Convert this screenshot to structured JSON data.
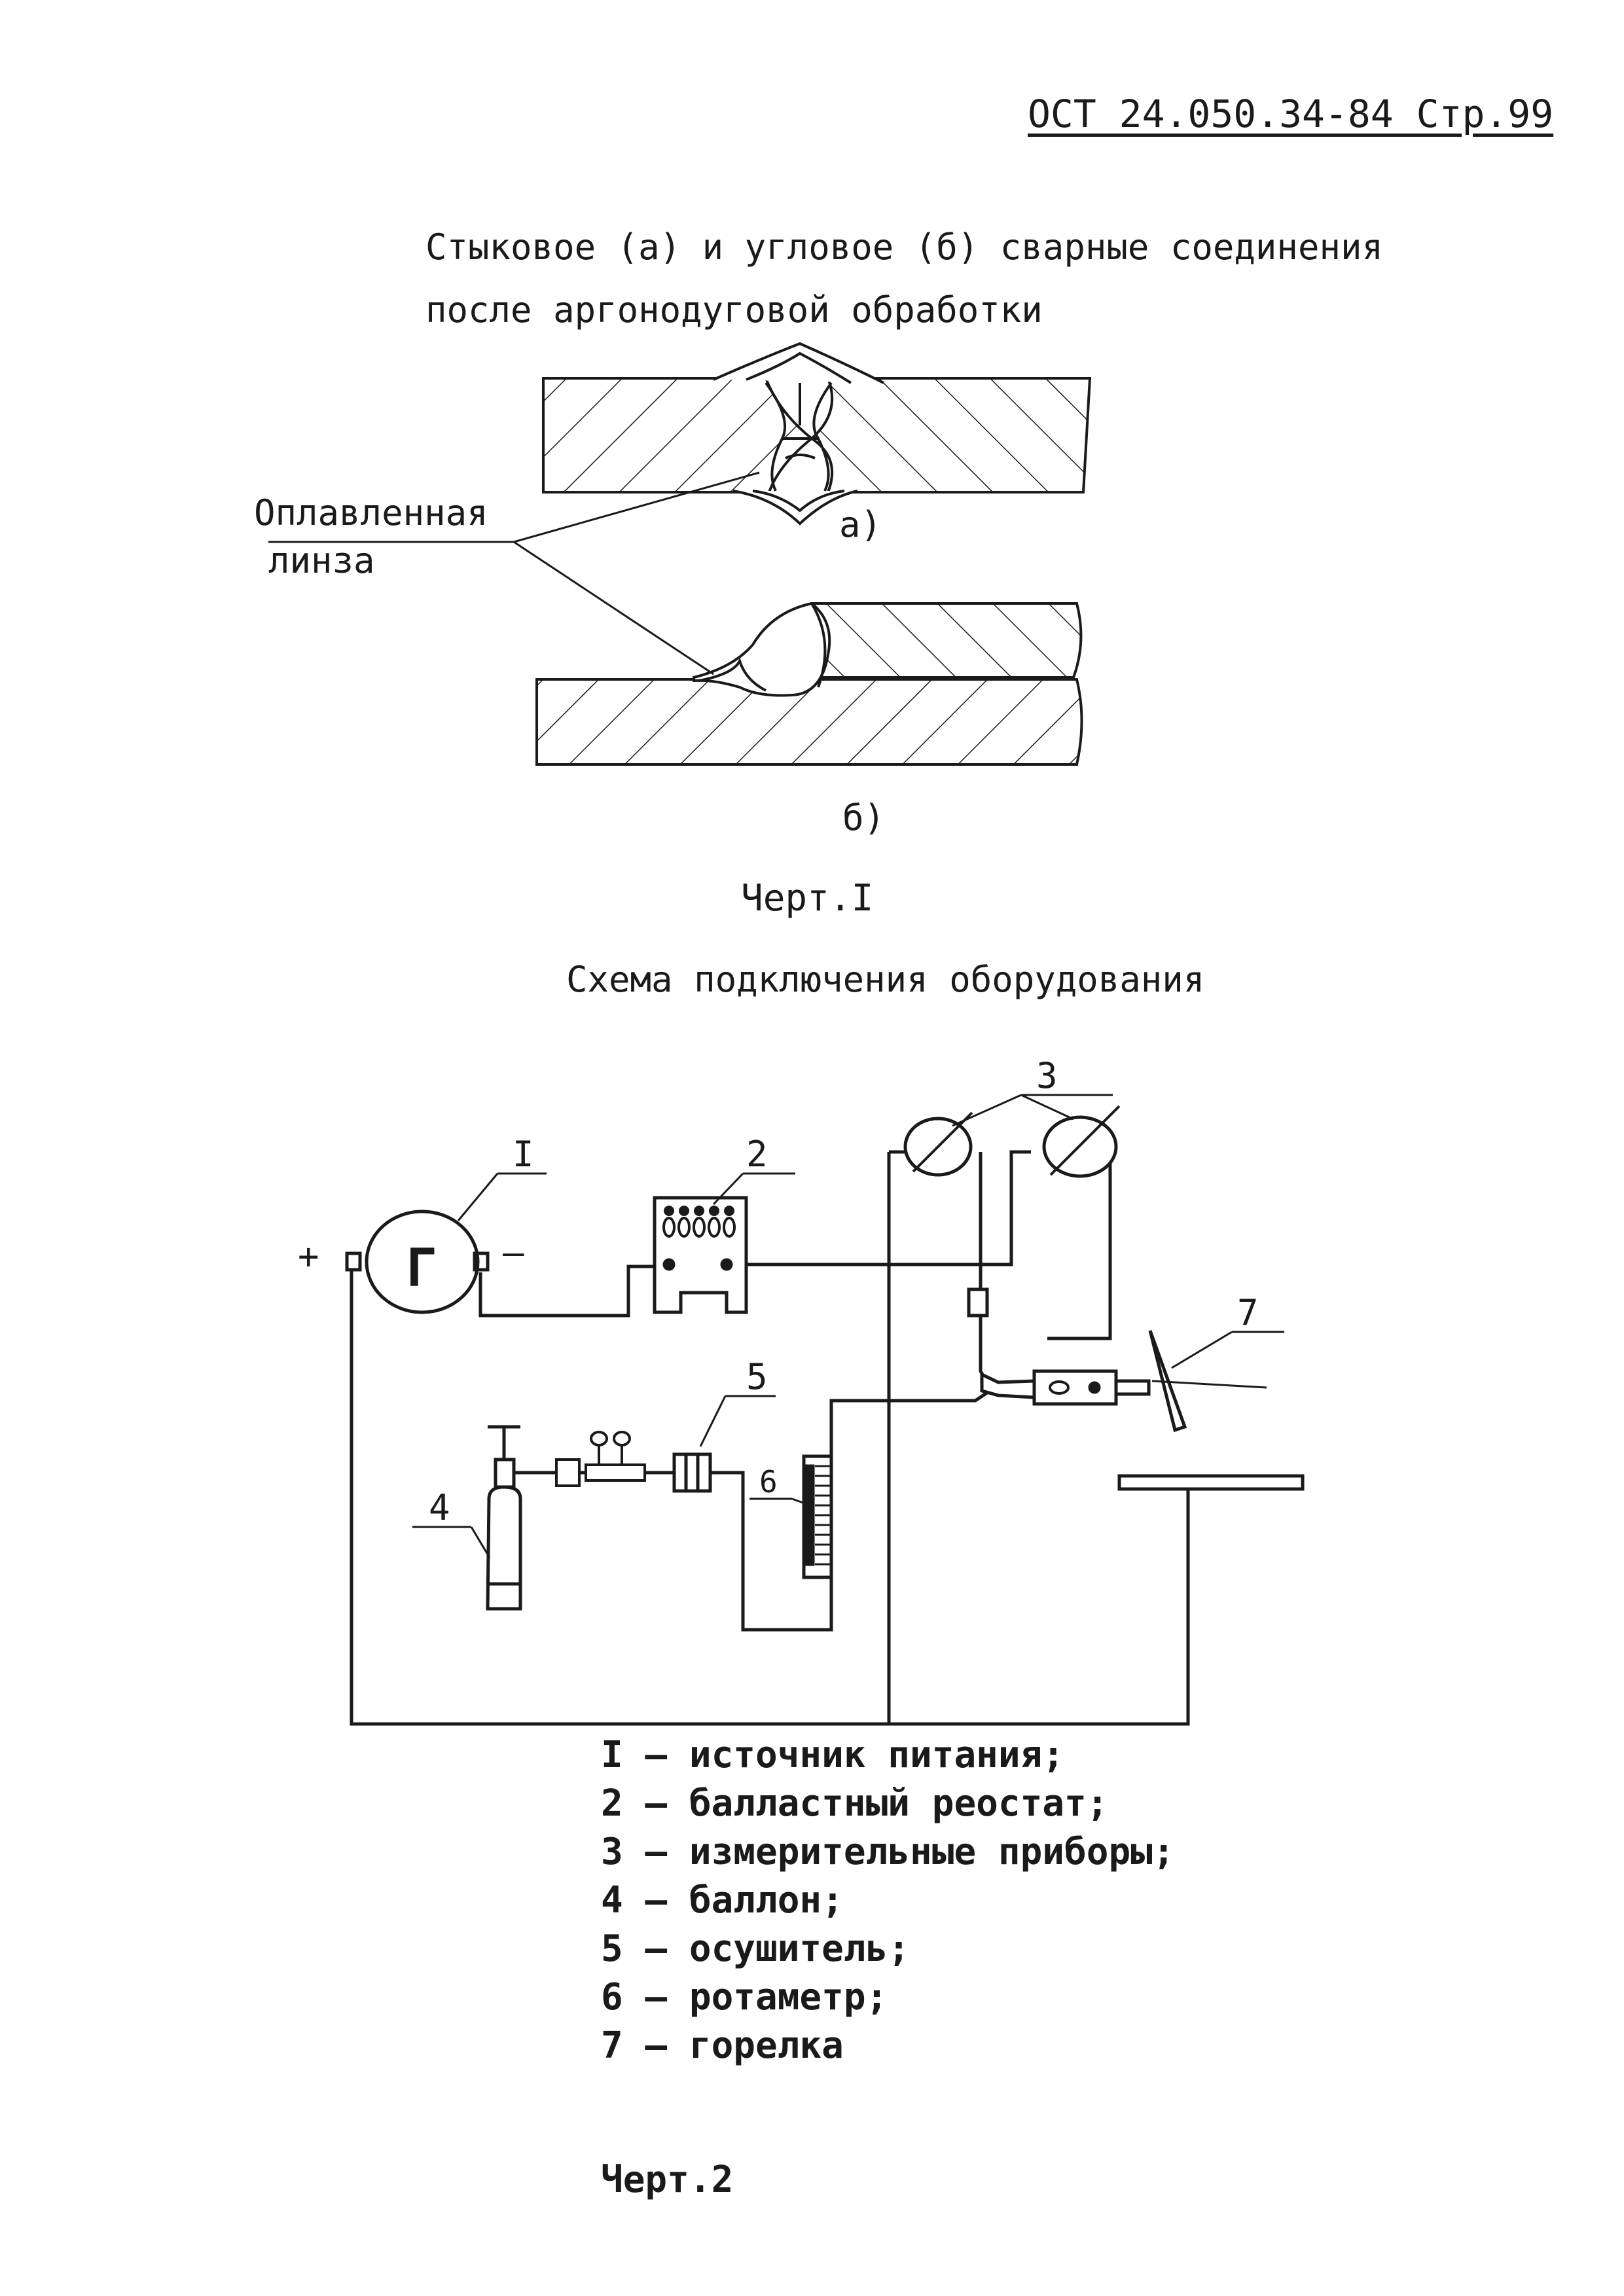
{
  "header": {
    "doc_ref": "ОСТ 24.050.34-84  Стр.99"
  },
  "figure1": {
    "title_line1": "Стыковое (а) и угловое (б) сварные соединения",
    "title_line2": "после аргонодуговой обработки",
    "callout_line1": "Оплавленная",
    "callout_line2": "линза",
    "label_a": "а)",
    "label_b": "б)",
    "caption": "Черт.I"
  },
  "figure2": {
    "title": "Схема подключения оборудования",
    "plus_sign": "+",
    "minus_sign": "–",
    "generator_symbol": "Г",
    "callouts": [
      "I",
      "2",
      "3",
      "4",
      "5",
      "6",
      "7"
    ],
    "legend": [
      "I – источник питания;",
      "2 – балластный реостат;",
      "3 – измерительные приборы;",
      "4 – баллон;",
      "5 – осушитель;",
      "6 – ротаметр;",
      "7 – горелка"
    ],
    "caption": "Черт.2"
  }
}
